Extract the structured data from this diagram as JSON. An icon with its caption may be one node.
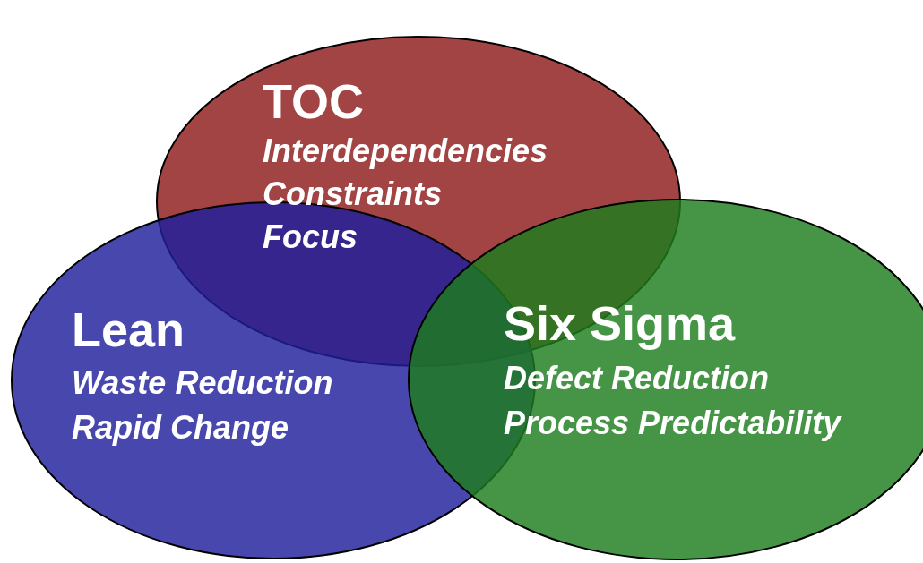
{
  "diagram": {
    "nodes": [
      {
        "text": [
          "TOC",
          "Interdependencies",
          "Constraints",
          "Focus"
        ]
      },
      {
        "text": [
          "Lean",
          "Waste Reduction",
          "Rapid Change"
        ]
      },
      {
        "text": [
          "Six Sigma",
          "Defect Reduction",
          "Process Predictability"
        ]
      }
    ],
    "edges": []
  }
}
